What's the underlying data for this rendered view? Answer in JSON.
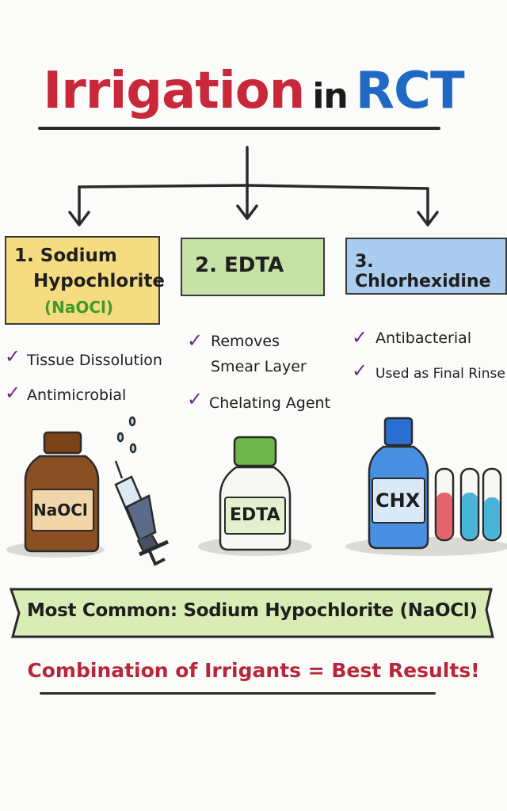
{
  "title": {
    "part1": "Irrigation",
    "part2": "in",
    "part3": "RCT"
  },
  "boxes": [
    {
      "line1": "1. Sodium",
      "line2": "Hypochlorite",
      "line3": "(NaOCl)"
    },
    {
      "line1": "2. EDTA"
    },
    {
      "line1": "3. Chlorhexidine"
    }
  ],
  "properties": {
    "naocl": [
      "Tissue Dissolution",
      "Antimicrobial"
    ],
    "edta": [
      "Removes",
      "Smear Layer",
      "Chelating Agent"
    ],
    "chx": [
      "Antibacterial",
      "Used as Final Rinse"
    ]
  },
  "bottles": {
    "naocl": "NaOCl",
    "edta": "EDTA",
    "chx": "CHX"
  },
  "banner": "Most Common: Sodium Hypochlorite (NaOCl)",
  "result": "Combination of Irrigants = Best Results!",
  "colors": {
    "red": "#c8283a",
    "blue": "#1f68c4",
    "yellow_box": "#f5dc80",
    "green_box": "#c6e2a6",
    "blue_box": "#a9ccef",
    "check": "#6a2a8a",
    "banner": "#d9ecb5"
  }
}
